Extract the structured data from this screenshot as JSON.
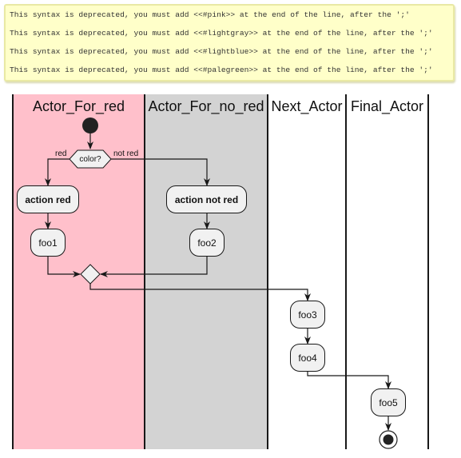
{
  "warnings": [
    "This syntax is deprecated, you must add <<#pink>> at the end of the line, after the ';'",
    "This syntax is deprecated, you must add <<#lightgray>> at the end of the line, after the ';'",
    "This syntax is deprecated, you must add <<#lightblue>> at the end of the line, after the ';'",
    "This syntax is deprecated, you must add <<#palegreen>> at the end of the line, after the ';'"
  ],
  "lanes": [
    {
      "title": "Actor_For_red",
      "color": "#ffc0cb"
    },
    {
      "title": "Actor_For_no_red",
      "color": "#d3d3d3"
    },
    {
      "title": "Next_Actor",
      "color": "#ffffff"
    },
    {
      "title": "Final_Actor",
      "color": "#ffffff"
    }
  ],
  "decision": {
    "label": "color?",
    "yes_label": "red",
    "no_label": "not red"
  },
  "actions": {
    "action_red": "action red",
    "action_not_red": "action not red",
    "foo1": "foo1",
    "foo2": "foo2",
    "foo3": "foo3",
    "foo4": "foo4",
    "foo5": "foo5"
  },
  "colors": {
    "line": "#181818",
    "node_fill": "#f1f1f1",
    "note_fill": "#ffffc9"
  }
}
